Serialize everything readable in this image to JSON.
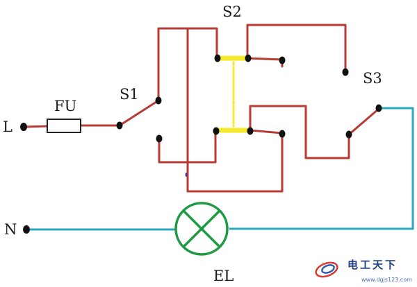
{
  "labels": {
    "line": "L",
    "neutral": "N",
    "fuse": "FU",
    "switch1": "S1",
    "switch2": "S2",
    "switch3": "S3",
    "lamp": "EL"
  },
  "watermark": {
    "title": "电工天下",
    "url": "www.dgjs123.com"
  },
  "colors": {
    "phase_wire": "#b83a35",
    "neutral_wire": "#2aa6bd",
    "lamp": "#1e9a43",
    "bridge": "#f2ea2a",
    "terminal": "#111111",
    "text": "#1a1a1a"
  }
}
